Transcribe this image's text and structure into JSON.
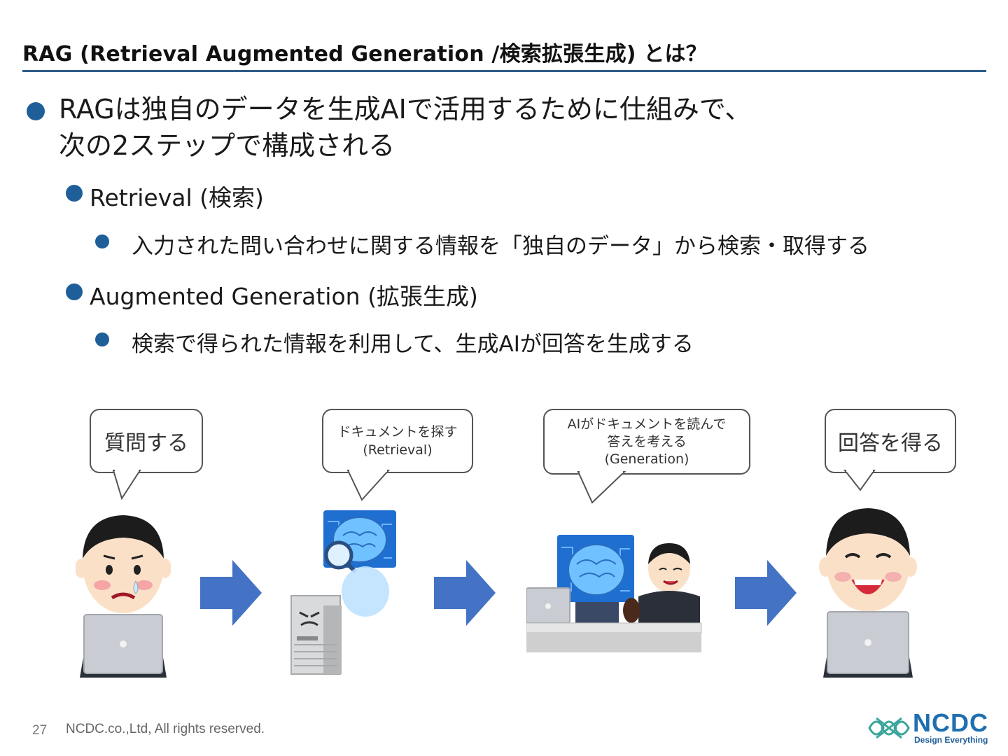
{
  "slide": {
    "title": "RAG (Retrieval Augmented Generation /検索拡張生成) とは？",
    "main_bullet": {
      "line1": "RAGは独自のデータを生成AIで活用するために仕組みで、",
      "line2": "次の2ステップで構成される"
    },
    "steps": [
      {
        "heading": "Retrieval (検索)",
        "detail": "入力された問い合わせに関する情報を「独自のデータ」から検索・取得する"
      },
      {
        "heading": "Augmented Generation (拡張生成)",
        "detail": "検索で得られた情報を利用して、生成AIが回答を生成する"
      }
    ],
    "illustration": {
      "bubble1": "質問する",
      "bubble2_line1": "ドキュメントを探す",
      "bubble2_line2": "(Retrieval)",
      "bubble3_line1": "AIがドキュメントを読んで",
      "bubble3_line2": "答えを考える",
      "bubble3_line3": "(Generation)",
      "bubble4": "回答を得る"
    },
    "colors": {
      "accent": "#1f5f99",
      "arrow": "#4472c4",
      "rule": "#2e5d8a"
    }
  },
  "footer": {
    "page_number": "27",
    "copyright": "NCDC.co.,Ltd, All rights reserved.",
    "logo_name": "NCDC",
    "logo_tagline": "Design Everything"
  }
}
